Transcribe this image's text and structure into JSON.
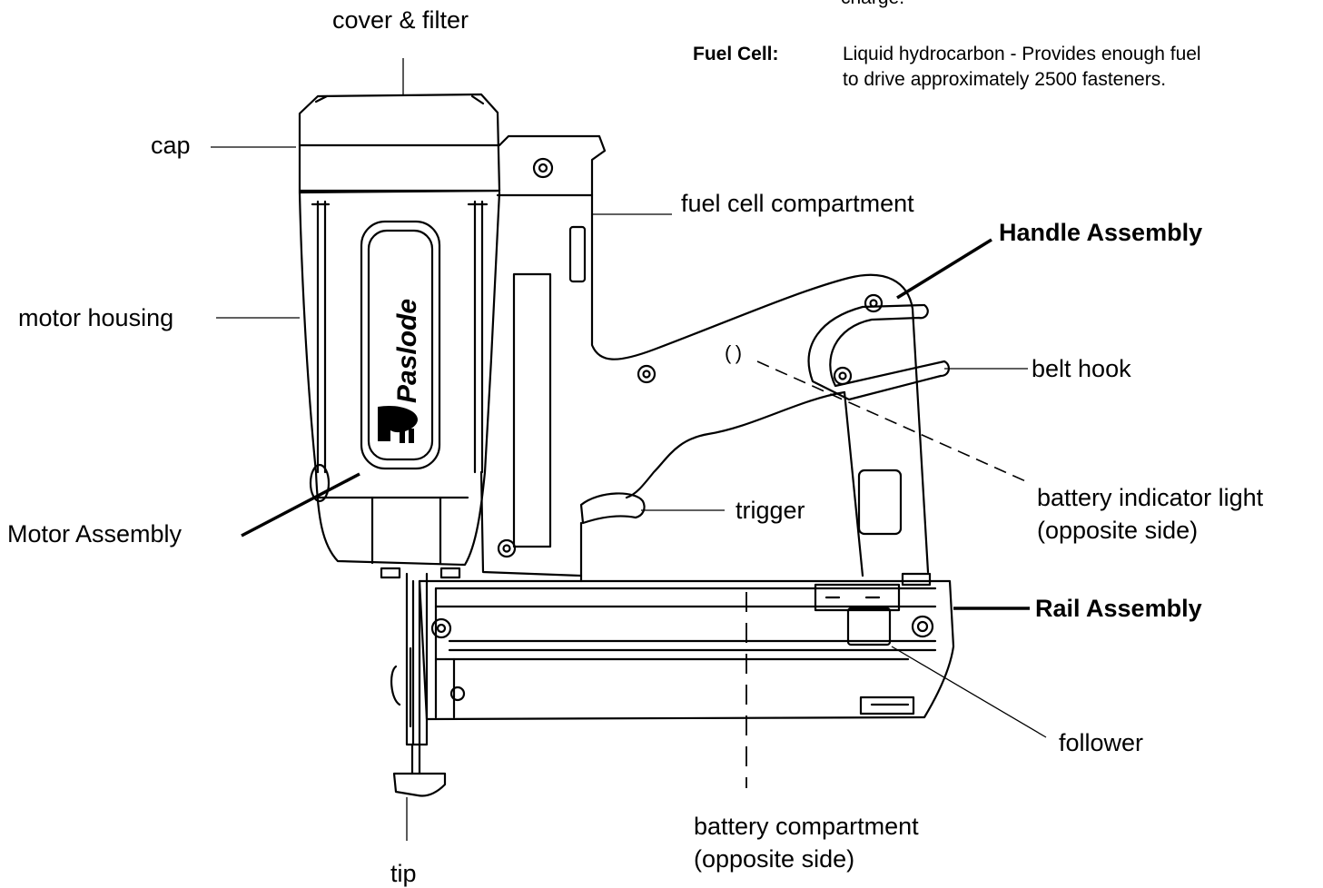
{
  "spec": {
    "partial_top_text": "charge.",
    "fuel_cell_key": "Fuel Cell:",
    "fuel_cell_line1": "Liquid hydrocarbon - Provides enough fuel",
    "fuel_cell_line2": "to drive approximately 2500 fasteners."
  },
  "brand": {
    "logo_text": "Paslode"
  },
  "labels": {
    "cover_filter": "cover & filter",
    "cap": "cap",
    "fuel_cell_compartment": "fuel cell compartment",
    "handle_assembly": "Handle Assembly",
    "motor_housing": "motor housing",
    "belt_hook": "belt hook",
    "battery_indicator_line1": "battery indicator light",
    "battery_indicator_line2": "(opposite side)",
    "trigger": "trigger",
    "motor_assembly": "Motor Assembly",
    "rail_assembly": "Rail Assembly",
    "follower": "follower",
    "battery_compartment_line1": "battery compartment",
    "battery_compartment_line2": "(opposite side)",
    "tip": "tip"
  }
}
